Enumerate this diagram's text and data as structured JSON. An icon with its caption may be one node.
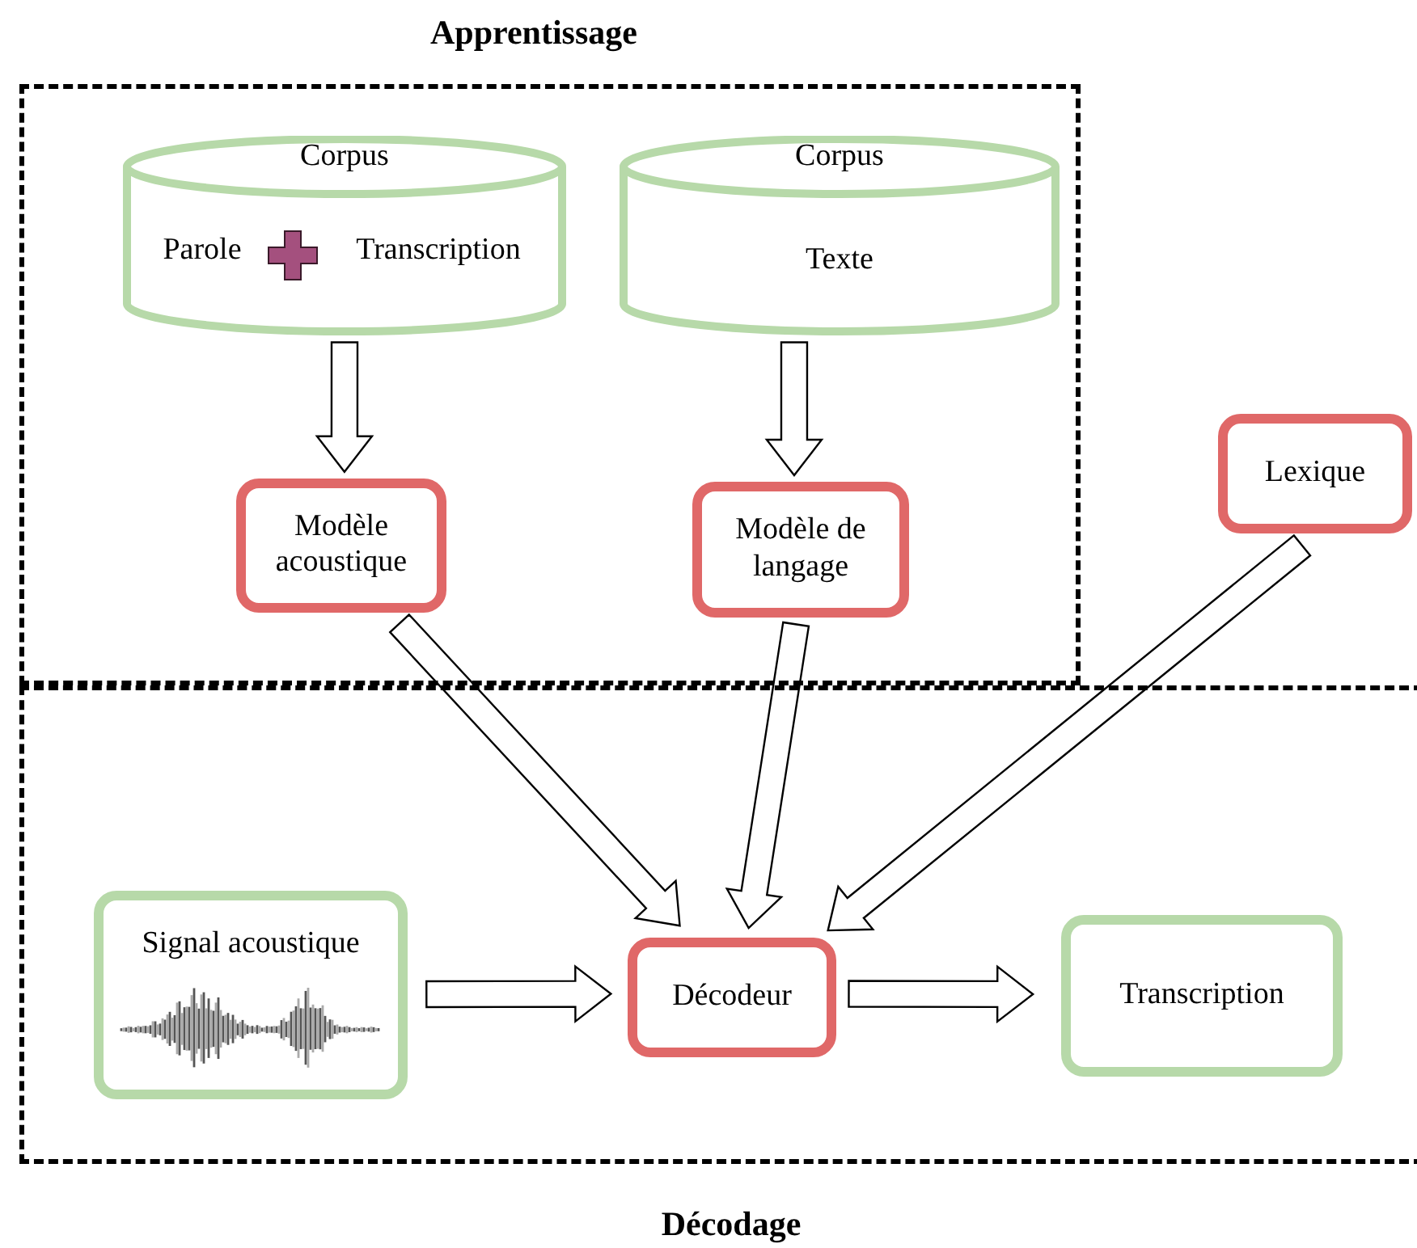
{
  "diagram": {
    "nodes": [
      {
        "text": [
          "Apprentissage"
        ]
      },
      {
        "text": [
          "Corpus",
          "Parole",
          "Transcription"
        ],
        "in": 0
      },
      {
        "text": [
          "Corpus",
          "Texte"
        ],
        "in": 0
      },
      {
        "text": [
          "Modèle acoustique"
        ],
        "in": 0
      },
      {
        "text": [
          "Modèle de langage"
        ],
        "in": 0
      },
      {
        "text": [
          "Lexique"
        ]
      },
      {
        "text": [
          "Décodage"
        ]
      },
      {
        "text": [
          "Signal acoustique"
        ],
        "in": 6
      },
      {
        "text": [
          "Décodeur"
        ],
        "in": 6
      },
      {
        "text": [
          "Transcription"
        ],
        "in": 6
      }
    ],
    "edges": [
      {
        "from": 1,
        "to": 3,
        "arrow": "to"
      },
      {
        "from": 2,
        "to": 4,
        "arrow": "to"
      },
      {
        "from": 3,
        "to": 8,
        "arrow": "to"
      },
      {
        "from": 4,
        "to": 8,
        "arrow": "to"
      },
      {
        "from": 5,
        "to": 8,
        "arrow": "to"
      },
      {
        "from": 7,
        "to": 8,
        "arrow": "to"
      },
      {
        "from": 8,
        "to": 9,
        "arrow": "to"
      }
    ]
  }
}
